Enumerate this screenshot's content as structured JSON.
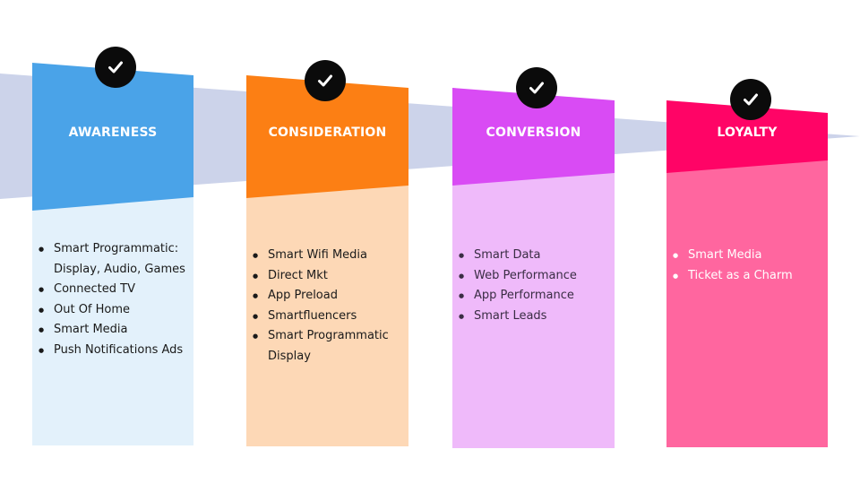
{
  "colors": {
    "arrow": "#ccd3ea",
    "awareness_header": "#4aa3e8",
    "awareness_body": "#e3f1fb",
    "consideration_header": "#fc7f14",
    "consideration_body": "#fdd8b6",
    "conversion_header": "#d94bf4",
    "conversion_body": "#efbafa",
    "loyalty_header": "#ff0466",
    "loyalty_body": "#ff669f",
    "check_circle": "#0b0b0b"
  },
  "stages": [
    {
      "title": "AWARENESS",
      "icon": "checkmark-icon",
      "items": [
        {
          "text": "Smart Programmatic: Display, Audio, Games"
        },
        {
          "text": "Connected TV"
        },
        {
          "text": "Out Of Home"
        },
        {
          "text": "Smart Media"
        },
        {
          "text": "Push Notifications Ads"
        }
      ]
    },
    {
      "title": "CONSIDERATION",
      "icon": "checkmark-icon",
      "items": [
        {
          "text": "Smart Wifi Media"
        },
        {
          "text": "Direct Mkt"
        },
        {
          "text": "App Preload"
        },
        {
          "text": "Smartfluencers"
        },
        {
          "text": "Smart Programmatic Display"
        }
      ]
    },
    {
      "title": "CONVERSION",
      "icon": "checkmark-icon",
      "items": [
        {
          "text": "Smart Data"
        },
        {
          "text": "Web Performance"
        },
        {
          "text": "App Performance"
        },
        {
          "text": "Smart Leads"
        }
      ]
    },
    {
      "title": "LOYALTY",
      "icon": "checkmark-icon",
      "items": [
        {
          "text": "Smart Media"
        },
        {
          "text": "Ticket as a Charm"
        }
      ]
    }
  ]
}
